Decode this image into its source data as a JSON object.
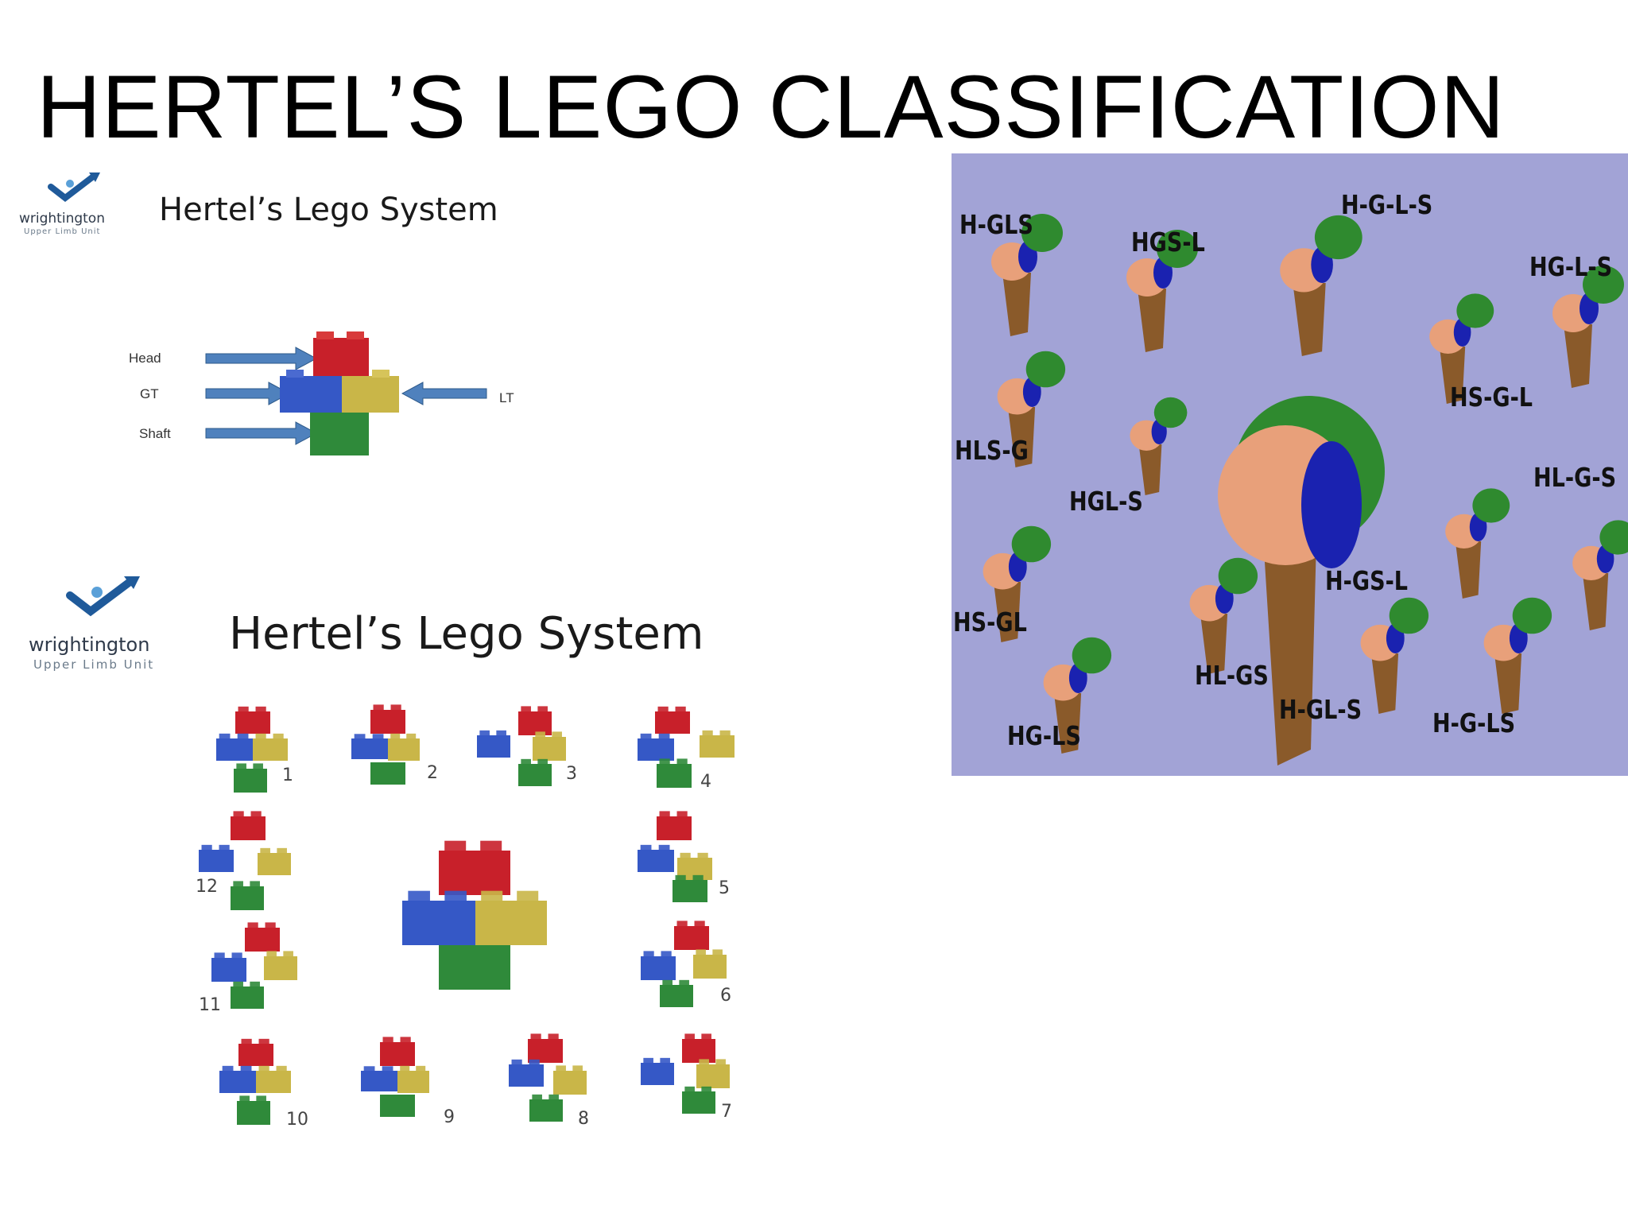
{
  "title": "HERTEL’S LEGO CLASSIFICATION",
  "logo": {
    "name": "wrightington",
    "subtitle": "Upper Limb Unit"
  },
  "top_slide": {
    "title": "Hertel’s Lego System",
    "parts": {
      "head": "Head",
      "gt": "GT",
      "shaft": "Shaft",
      "lt": "LT"
    }
  },
  "bottom_slide": {
    "title": "Hertel’s Lego System",
    "numbers": [
      "1",
      "2",
      "3",
      "4",
      "5",
      "6",
      "7",
      "8",
      "9",
      "10",
      "11",
      "12"
    ]
  },
  "fracture_patterns": {
    "labels": [
      "H-GLS",
      "HGS-L",
      "H-G-L-S",
      "HG-L-S",
      "HS-G-L",
      "HLS-G",
      "HGL-S",
      "HL-G-S",
      "H-GS-L",
      "HS-GL",
      "HL-GS",
      "H-GL-S",
      "H-G-LS",
      "HG-LS"
    ]
  },
  "colors": {
    "lego_red": "#c8202a",
    "lego_blue": "#3558c6",
    "lego_yellow": "#c9b648",
    "lego_green": "#2f8a3a",
    "arrow_blue": "#4f81bd",
    "panel_bg": "#a2a3d6",
    "bone": "#8a5a2a",
    "head_bone": "#e8a07a",
    "fragment_green": "#2f8a2f",
    "fragment_blue": "#1a22b0",
    "logo_blue": "#1f5a9a"
  }
}
